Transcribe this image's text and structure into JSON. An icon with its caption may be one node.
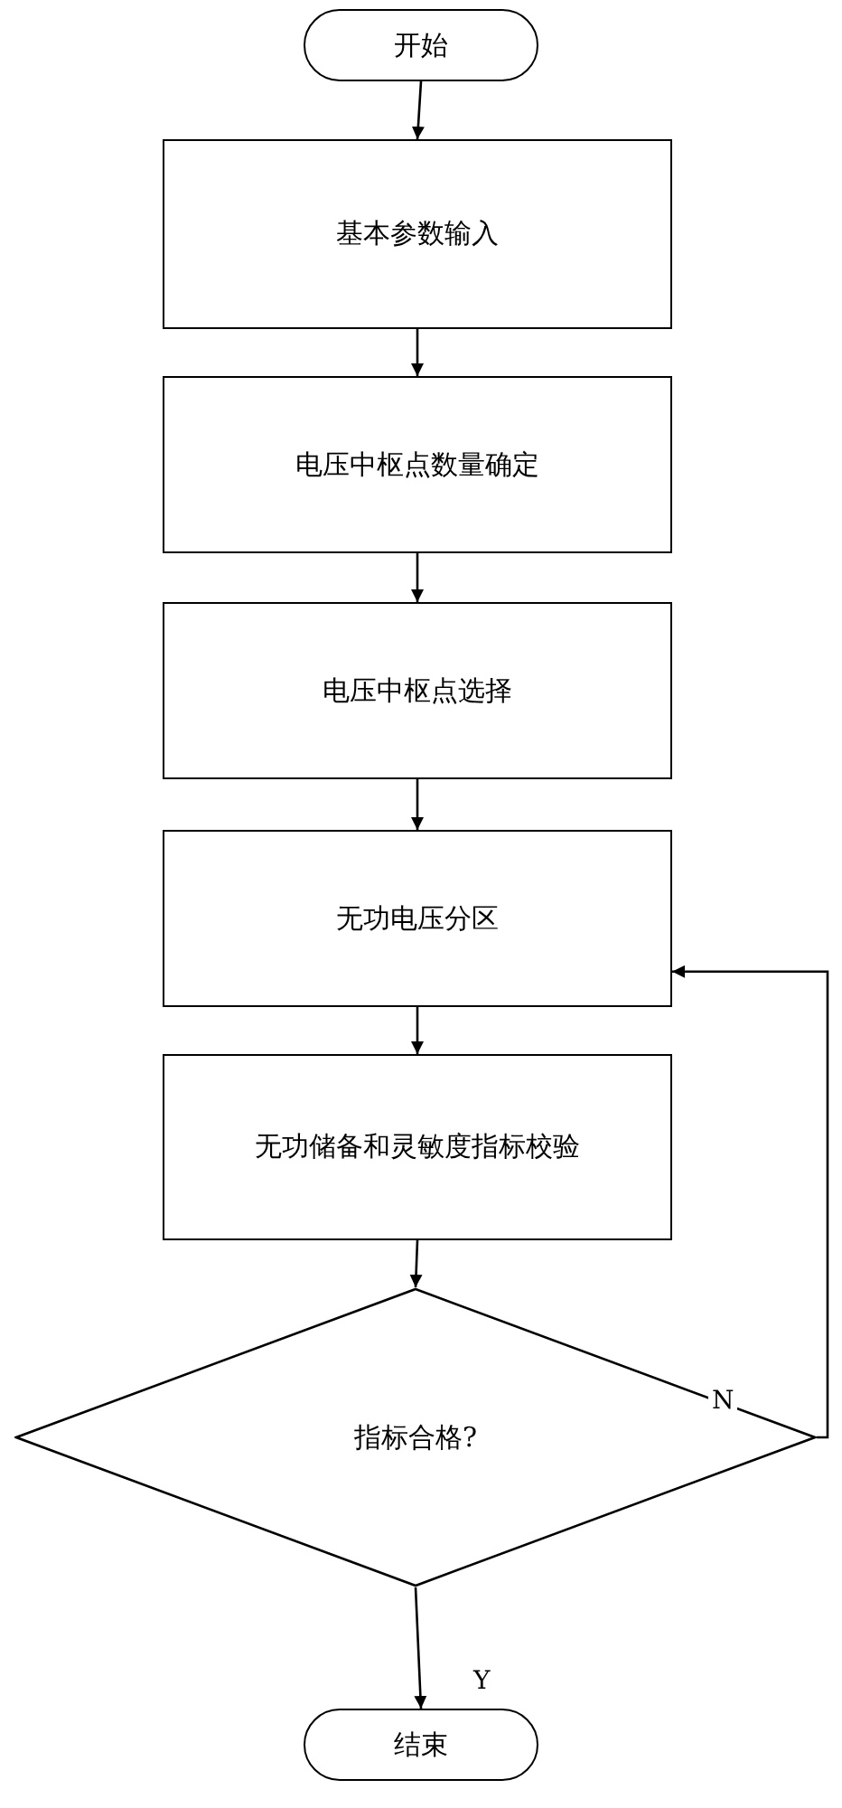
{
  "diagram": {
    "nodes": [
      {
        "text": [
          "开始"
        ]
      },
      {
        "text": [
          "基本参数输入"
        ]
      },
      {
        "text": [
          "电压中枢点数量确定"
        ]
      },
      {
        "text": [
          "电压中枢点选择"
        ]
      },
      {
        "text": [
          "无功电压分区"
        ]
      },
      {
        "text": [
          "无功储备和灵敏度指标校验"
        ]
      },
      {
        "text": [
          "指标合格?"
        ]
      },
      {
        "text": [
          "结束"
        ]
      }
    ],
    "edges": [
      {
        "from": 0,
        "to": 1,
        "arrow": "to"
      },
      {
        "from": 1,
        "to": 2,
        "arrow": "to"
      },
      {
        "from": 2,
        "to": 3,
        "arrow": "to"
      },
      {
        "from": 3,
        "to": 4,
        "arrow": "to"
      },
      {
        "from": 4,
        "to": 5,
        "arrow": "to"
      },
      {
        "from": 5,
        "to": 6,
        "arrow": "to"
      },
      {
        "from": 6,
        "to": 7,
        "arrow": "to",
        "label": "Y"
      },
      {
        "from": 6,
        "to": 4,
        "arrow": "to",
        "label": "N"
      }
    ]
  }
}
